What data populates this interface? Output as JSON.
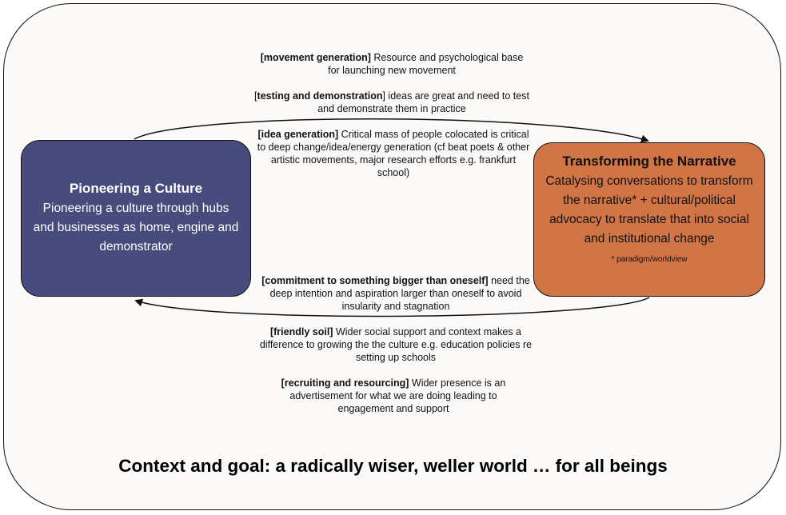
{
  "diagram": {
    "left_box": {
      "title": "Pioneering a Culture",
      "body": "Pioneering a culture through hubs and businesses as home, engine and demonstrator"
    },
    "right_box": {
      "title": "Transforming the Narrative",
      "body": "Catalysing conversations to transform the narrative* + cultural/political advocacy to translate that into social and institutional change",
      "footnote": "* paradigm/worldview"
    },
    "top_notes": [
      {
        "label": "[movement generation]",
        "text": " Resource and psychological base for launching new movement"
      },
      {
        "label": "testing and demonstration",
        "prefix": "[",
        "text": "] ideas are great and need to test and demonstrate them in practice"
      },
      {
        "label": "[idea generation]",
        "text": " Critical mass of people colocated is critical to deep change/idea/energy generation (cf beat poets & other artistic movements, major research efforts e.g. frankfurt school)"
      }
    ],
    "bottom_notes": [
      {
        "label": "[commitment to something bigger than oneself]",
        "text": " need the deep intention and aspiration larger than oneself to avoid insularity and stagnation"
      },
      {
        "label": "[friendly soil]",
        "text": " Wider social support and context makes a difference to growing the the culture e.g. education policies re setting up schools"
      },
      {
        "label": "[recruiting and resourcing]",
        "text": " Wider presence is an advertisement for what we are doing leading to engagement and support"
      }
    ],
    "context_goal": "Context and goal: a radically wiser, weller world … for all beings",
    "colors": {
      "left_box": "#484c7c",
      "right_box": "#d27546",
      "background": "#fbfaf8"
    }
  }
}
